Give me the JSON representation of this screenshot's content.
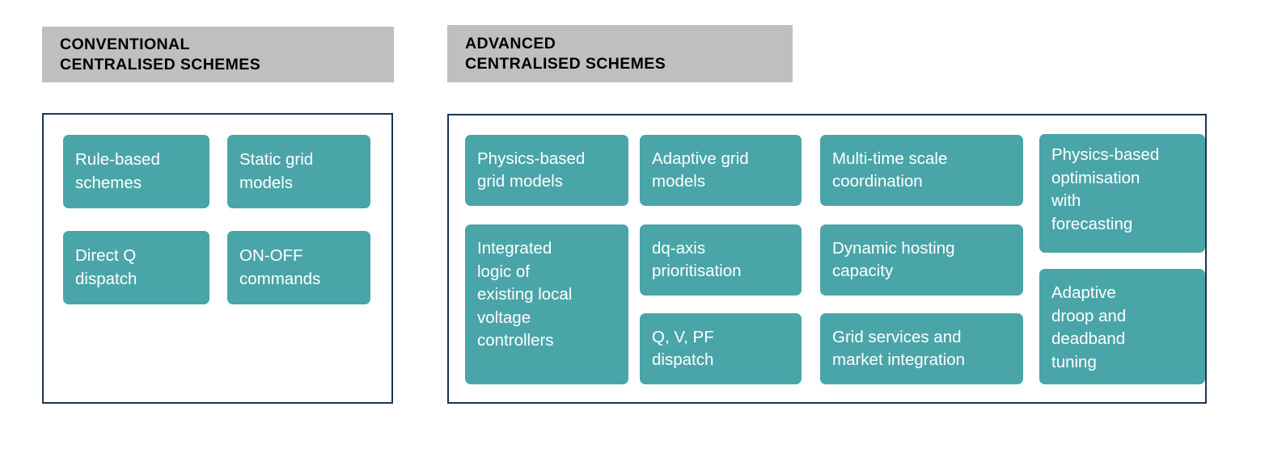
{
  "diagram": {
    "title_visible": false,
    "colors": {
      "header_band": "#bfbfbf",
      "panel_border": "#1e3353",
      "card_fill": "#4aa5a9",
      "card_text": "#ffffff",
      "header_text": "#000000",
      "background": "#ffffff"
    }
  },
  "sections": [
    {
      "id": "conventional",
      "header": {
        "line1": "CONVENTIONAL",
        "line2": "CENTRALISED SCHEMES"
      },
      "columns": [
        {
          "id": "conventional-col-1",
          "cards": [
            {
              "id": "rule-based-schemes",
              "label": "Rule-based\nschemes"
            },
            {
              "id": "direct-q-dispatch",
              "label": "Direct Q\ndispatch"
            }
          ]
        },
        {
          "id": "conventional-col-2",
          "cards": [
            {
              "id": "static-grid-models",
              "label": "Static grid\nmodels"
            },
            {
              "id": "on-off-commands",
              "label": "ON-OFF\ncommands"
            }
          ]
        }
      ]
    },
    {
      "id": "advanced",
      "header": {
        "line1": "ADVANCED",
        "line2": "CENTRALISED SCHEMES"
      },
      "columns": [
        {
          "id": "advanced-col-1",
          "cards": [
            {
              "id": "physics-based-grid-models",
              "label": "Physics-based\ngrid models"
            },
            {
              "id": "integrated-logic-existing-local-voltage-controllers",
              "label": "Integrated\nlogic of\nexisting local\nvoltage\ncontrollers"
            }
          ]
        },
        {
          "id": "advanced-col-2",
          "cards": [
            {
              "id": "adaptive-grid-models",
              "label": "Adaptive grid\nmodels"
            },
            {
              "id": "dq-axis-prioritisation",
              "label": "dq-axis\nprioritisation"
            },
            {
              "id": "q-v-pf-dispatch",
              "label": "Q, V, PF\ndispatch"
            }
          ]
        },
        {
          "id": "advanced-col-3",
          "cards": [
            {
              "id": "multi-time-scale-coordination",
              "label": "Multi-time scale\ncoordination"
            },
            {
              "id": "dynamic-hosting-capacity",
              "label": "Dynamic hosting\ncapacity"
            },
            {
              "id": "grid-services-and-market-integration",
              "label": "Grid services and\nmarket integration"
            }
          ]
        },
        {
          "id": "advanced-col-4",
          "cards": [
            {
              "id": "physics-based-optimisation-with-forecasting",
              "label": "Physics-based\noptimisation\nwith\nforecasting"
            },
            {
              "id": "adaptive-droop-and-deadband-tuning",
              "label": "Adaptive\ndroop and\ndeadband\ntuning"
            }
          ]
        }
      ]
    }
  ]
}
